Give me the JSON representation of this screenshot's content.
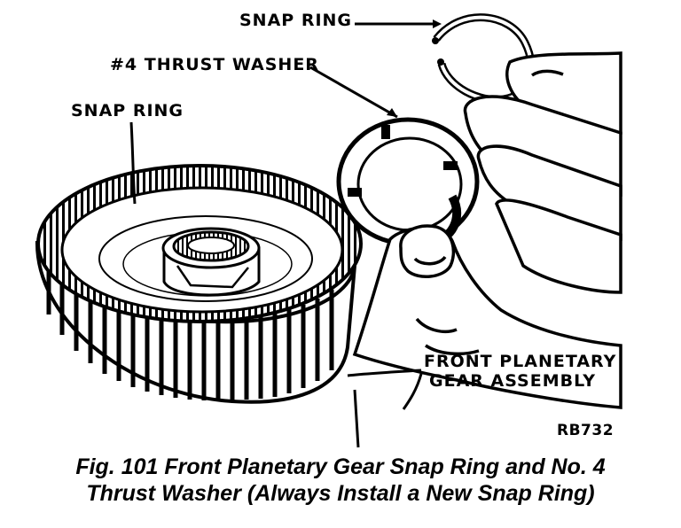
{
  "figure": {
    "labels": {
      "snap_ring_top": "SNAP RING",
      "thrust_washer": "#4 THRUST WASHER",
      "snap_ring_left": "SNAP RING",
      "assembly_line1": "FRONT PLANETARY",
      "assembly_line2": "GEAR ASSEMBLY",
      "code": "RB732"
    },
    "caption": {
      "line1": "Fig. 101 Front Planetary Gear Snap Ring and No. 4",
      "line2": "Thrust Washer (Always Install a New Snap Ring)"
    }
  }
}
